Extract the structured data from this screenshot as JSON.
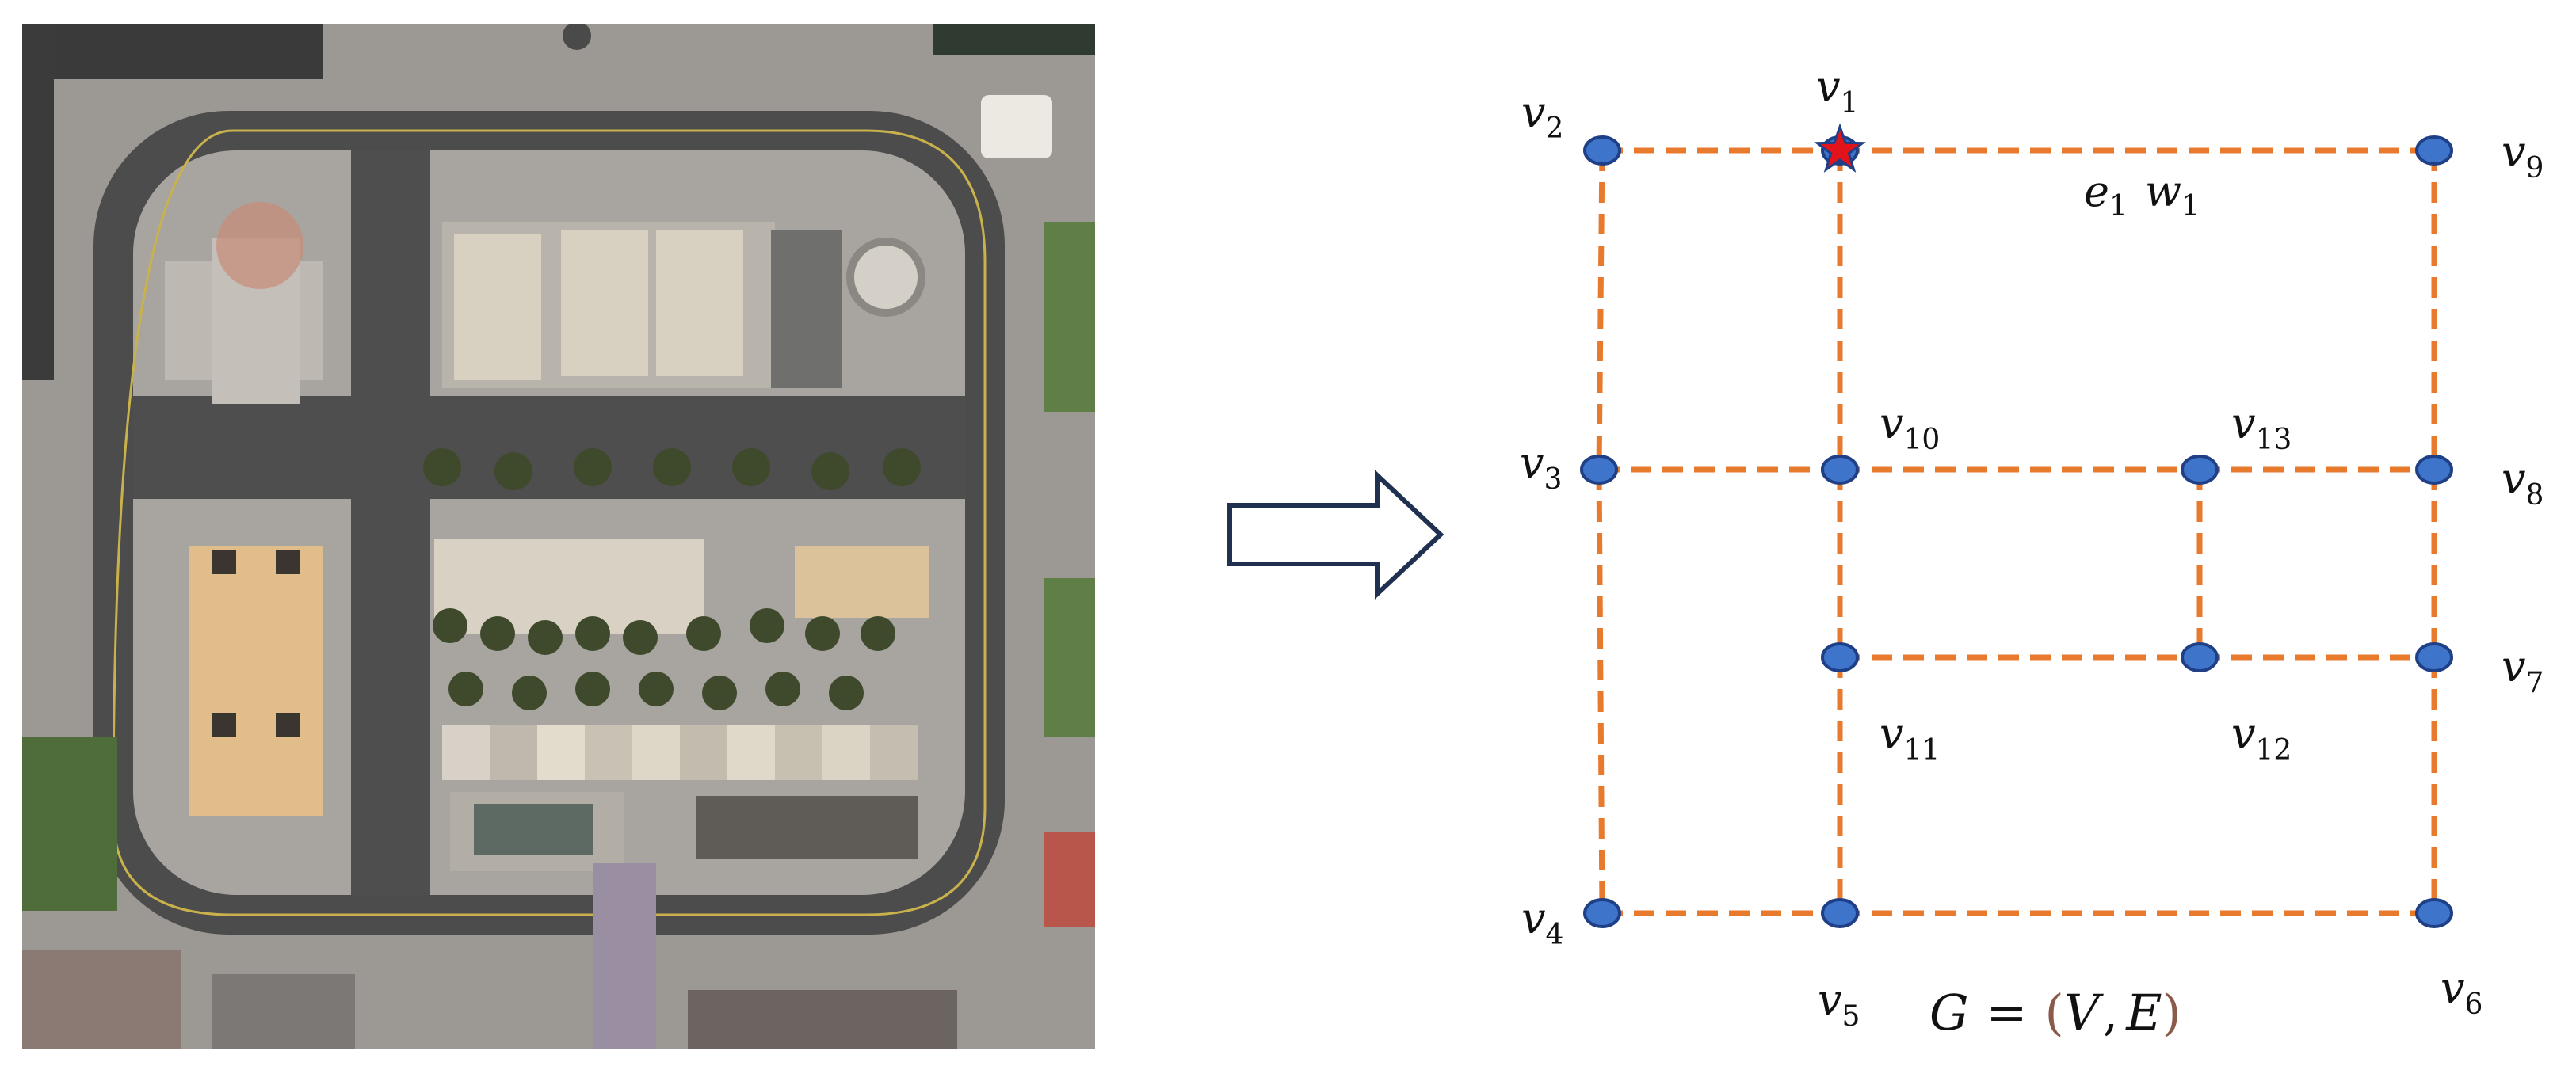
{
  "colors": {
    "edge": "#E87A2D",
    "node_fill": "#3E74C9",
    "node_stroke": "#1F3F86",
    "start_star": "#E3131B",
    "arrow": "#1F3050"
  },
  "map": {
    "alt": "aerial view of a city block with roads, buildings and trees"
  },
  "graph": {
    "caption": {
      "lhs": "G",
      "eq": "=",
      "open": "(",
      "v": "V",
      "comma": ",",
      "e": "E",
      "close": ")"
    },
    "edge_label": {
      "e": "e",
      "e_sub": "1",
      "w": "w",
      "w_sub": "1"
    },
    "nodes": [
      {
        "id": "v2",
        "name": "v",
        "sub": "2"
      },
      {
        "id": "v1",
        "name": "v",
        "sub": "1",
        "marker": "star"
      },
      {
        "id": "v9",
        "name": "v",
        "sub": "9"
      },
      {
        "id": "v3",
        "name": "v",
        "sub": "3"
      },
      {
        "id": "v10",
        "name": "v",
        "sub": "10"
      },
      {
        "id": "v13",
        "name": "v",
        "sub": "13"
      },
      {
        "id": "v8",
        "name": "v",
        "sub": "8"
      },
      {
        "id": "v11",
        "name": "v",
        "sub": "11"
      },
      {
        "id": "v12",
        "name": "v",
        "sub": "12"
      },
      {
        "id": "v7",
        "name": "v",
        "sub": "7"
      },
      {
        "id": "v4",
        "name": "v",
        "sub": "4"
      },
      {
        "id": "v5",
        "name": "v",
        "sub": "5"
      },
      {
        "id": "v6",
        "name": "v",
        "sub": "6"
      }
    ],
    "edges": [
      [
        "v2",
        "v1"
      ],
      [
        "v1",
        "v9"
      ],
      [
        "v2",
        "v3"
      ],
      [
        "v3",
        "v4"
      ],
      [
        "v1",
        "v10"
      ],
      [
        "v10",
        "v11"
      ],
      [
        "v11",
        "v5"
      ],
      [
        "v9",
        "v8"
      ],
      [
        "v8",
        "v7"
      ],
      [
        "v7",
        "v6"
      ],
      [
        "v3",
        "v10"
      ],
      [
        "v10",
        "v13"
      ],
      [
        "v13",
        "v8"
      ],
      [
        "v11",
        "v12"
      ],
      [
        "v12",
        "v7"
      ],
      [
        "v13",
        "v12"
      ],
      [
        "v4",
        "v5"
      ],
      [
        "v5",
        "v6"
      ]
    ]
  }
}
